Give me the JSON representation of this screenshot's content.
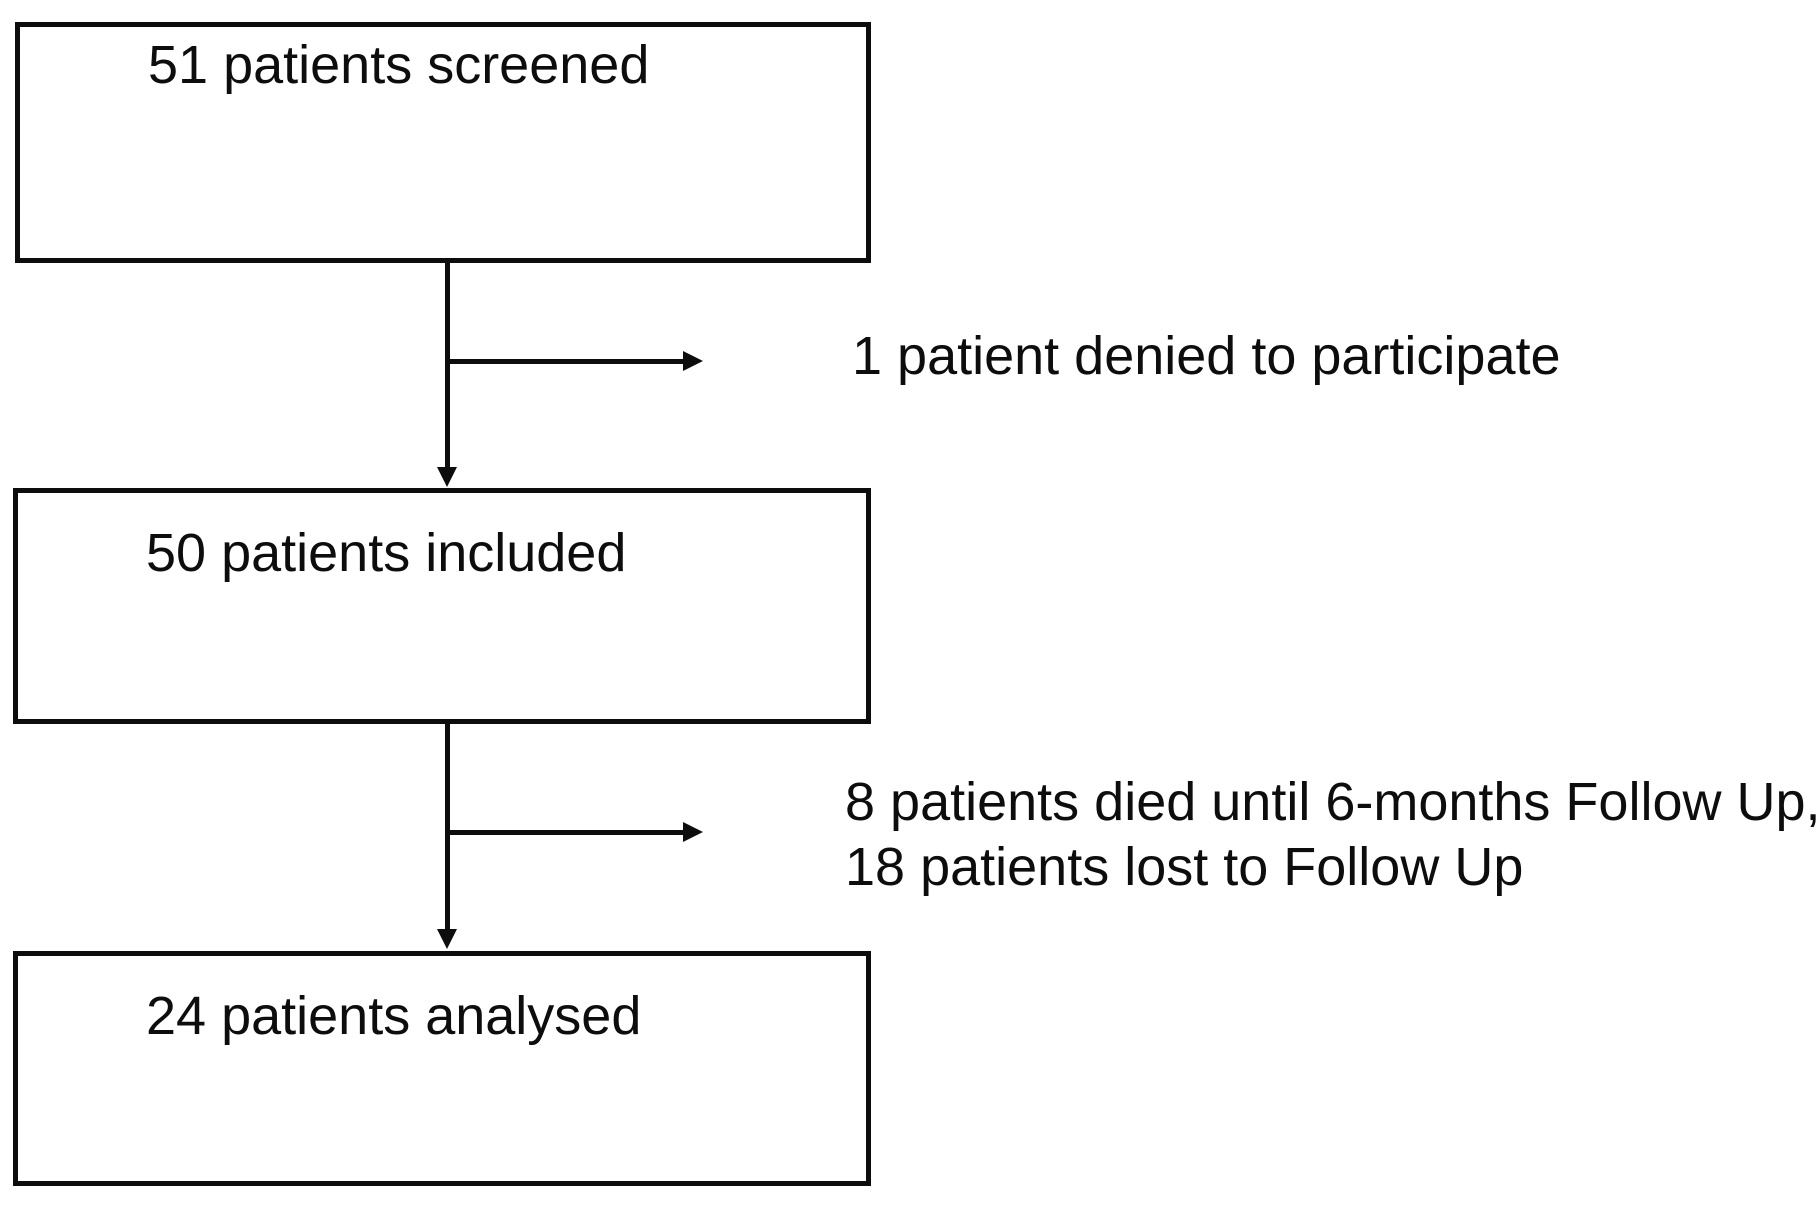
{
  "diagram": {
    "type": "flowchart",
    "colors": {
      "ink": "#0d0d0d",
      "background": "#ffffff"
    },
    "boxes": [
      {
        "id": "screened",
        "label": "51 patients screened"
      },
      {
        "id": "included",
        "label": "50 patients included"
      },
      {
        "id": "analysed",
        "label": "24 patients analysed"
      }
    ],
    "annotations": [
      {
        "id": "denied",
        "lines": [
          "1 patient denied to participate"
        ]
      },
      {
        "id": "lost-followup",
        "lines": [
          "8 patients died until 6-months Follow Up,",
          "18 patients lost to Follow Up"
        ]
      }
    ]
  }
}
